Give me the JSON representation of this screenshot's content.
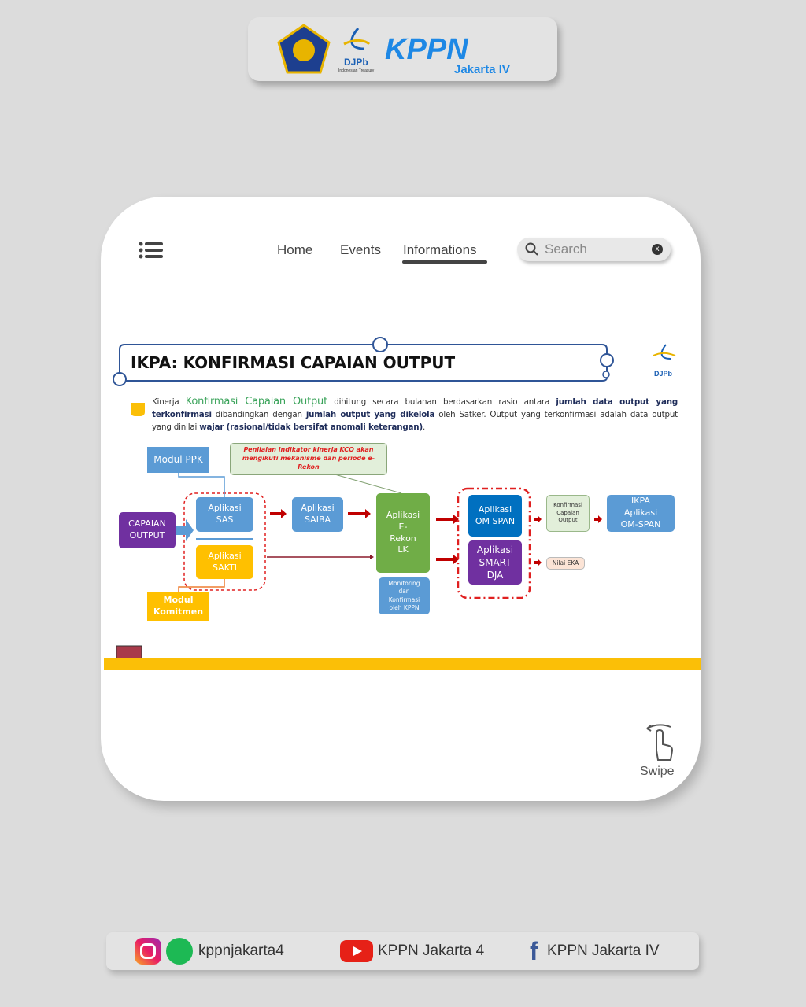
{
  "header": {
    "logo_brand": "KPPN",
    "logo_sub": "Jakarta IV",
    "djpb": "DJPb",
    "djpb_sub": "Indonesian Treasury"
  },
  "nav": {
    "items": [
      "Home",
      "Events",
      "Informations"
    ],
    "active": "Informations",
    "search_placeholder": "Search"
  },
  "slide": {
    "title": "IKPA: KONFIRMASI CAPAIAN OUTPUT",
    "desc": {
      "p1": "Kinerja ",
      "highlight": "Konfirmasi Capaian Output",
      "p2": " dihitung secara bulanan berdasarkan rasio antara ",
      "b1": "jumlah data output yang terkonfirmasi",
      "p3": " dibandingkan dengan ",
      "b2": "jumlah output yang dikelola",
      "p4": " oleh Satker. Output yang terkonfirmasi adalah data output yang dinilai ",
      "b3": "wajar (rasional/tidak bersifat anomali keterangan)",
      "p5": "."
    },
    "diagram": {
      "modul_ppk": "Modul PPK",
      "callout": "Penilaian indikator kinerja KCO akan mengikuti mekanisme dan periode e-Rekon",
      "capaian": "CAPAIAN OUTPUT",
      "sas": "Aplikasi SAS",
      "sakti": "Aplikasi SAKTI",
      "komitmen": "Modul Komitmen",
      "saiba": "Aplikasi SAIBA",
      "erekon": "Aplikasi E-Rekon LK",
      "monitoring": "Monitoring dan Konfirmasi oleh KPPN",
      "omspan": "Aplikasi OM SPAN",
      "smart": "Aplikasi SMART DJA",
      "konfirmasi": "Konfirmasi Capaian Output",
      "ikpa": "IKPA Aplikasi OM-SPAN",
      "eka": "Nilai EKA"
    }
  },
  "swipe": "Swipe",
  "footer": {
    "instagram": "kppnjakarta4",
    "youtube": "KPPN Jakarta 4",
    "facebook": "KPPN Jakarta IV"
  },
  "colors": {
    "blue": "#5b9bd5",
    "purple": "#7030a0",
    "yellow": "#ffc000",
    "green": "#70ad47",
    "band": "#fbbf07"
  }
}
